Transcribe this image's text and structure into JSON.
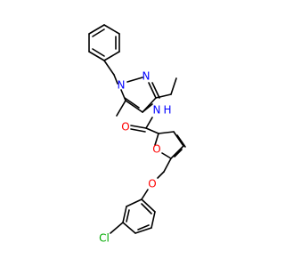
{
  "molecule": {
    "atoms": {
      "n1": "N",
      "n2": "N",
      "nh": "N",
      "h": "H",
      "o_carbonyl": "O",
      "o_furan": "O",
      "o_ether": "O",
      "cl": "Cl"
    },
    "colors": {
      "N": "#0000ff",
      "O": "#ff0000",
      "Cl": "#00aa00",
      "bond": "#000000"
    }
  }
}
